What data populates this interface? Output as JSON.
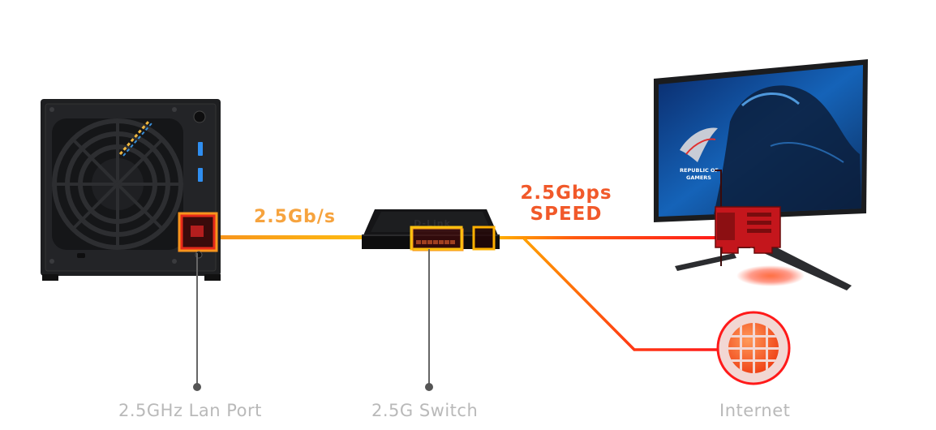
{
  "diagram": {
    "title": "2.5G network topology",
    "link_speed_label": "2.5Gb/s",
    "speed_badge": {
      "line1": "2.5Gbps",
      "line2": "SPEED"
    },
    "nodes": [
      {
        "id": "nas",
        "icon": "nas-device-icon",
        "caption": "2.5GHz Lan Port"
      },
      {
        "id": "switch",
        "icon": "network-switch-icon",
        "brand": "D-Link",
        "caption": "2.5G Switch"
      },
      {
        "id": "pc",
        "icon": "gaming-monitor-icon",
        "screen_text": [
          "REPUBLIC OF",
          "GAMERS"
        ],
        "card_icon": "network-card-icon"
      },
      {
        "id": "internet",
        "icon": "globe-icon",
        "caption": "Internet"
      }
    ],
    "colors": {
      "link_orange": "#f7941d",
      "link_yellow": "#ffc20e",
      "link_red": "#ff1a1a",
      "caption_gray": "#b9b9b9",
      "pointer_gray": "#666666",
      "badge_orange": "#f1592a"
    }
  }
}
